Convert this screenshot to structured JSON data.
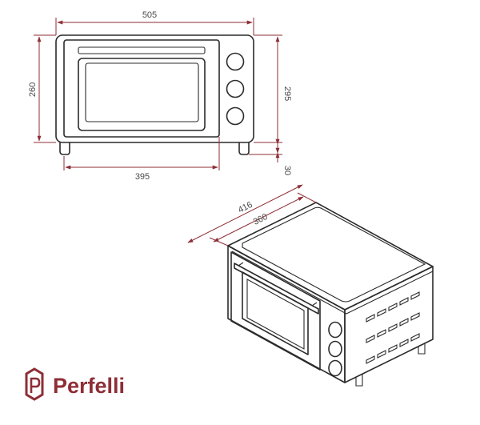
{
  "front_view": {
    "dim_width": "505",
    "dim_body_height": "260",
    "dim_total_height": "295",
    "dim_cavity_width": "395",
    "dim_feet_height": "30"
  },
  "iso_view": {
    "dim_depth_outer": "416",
    "dim_depth_inner": "360"
  },
  "logo": {
    "brand_name": "Perfelli",
    "color": "#8e2e36"
  }
}
